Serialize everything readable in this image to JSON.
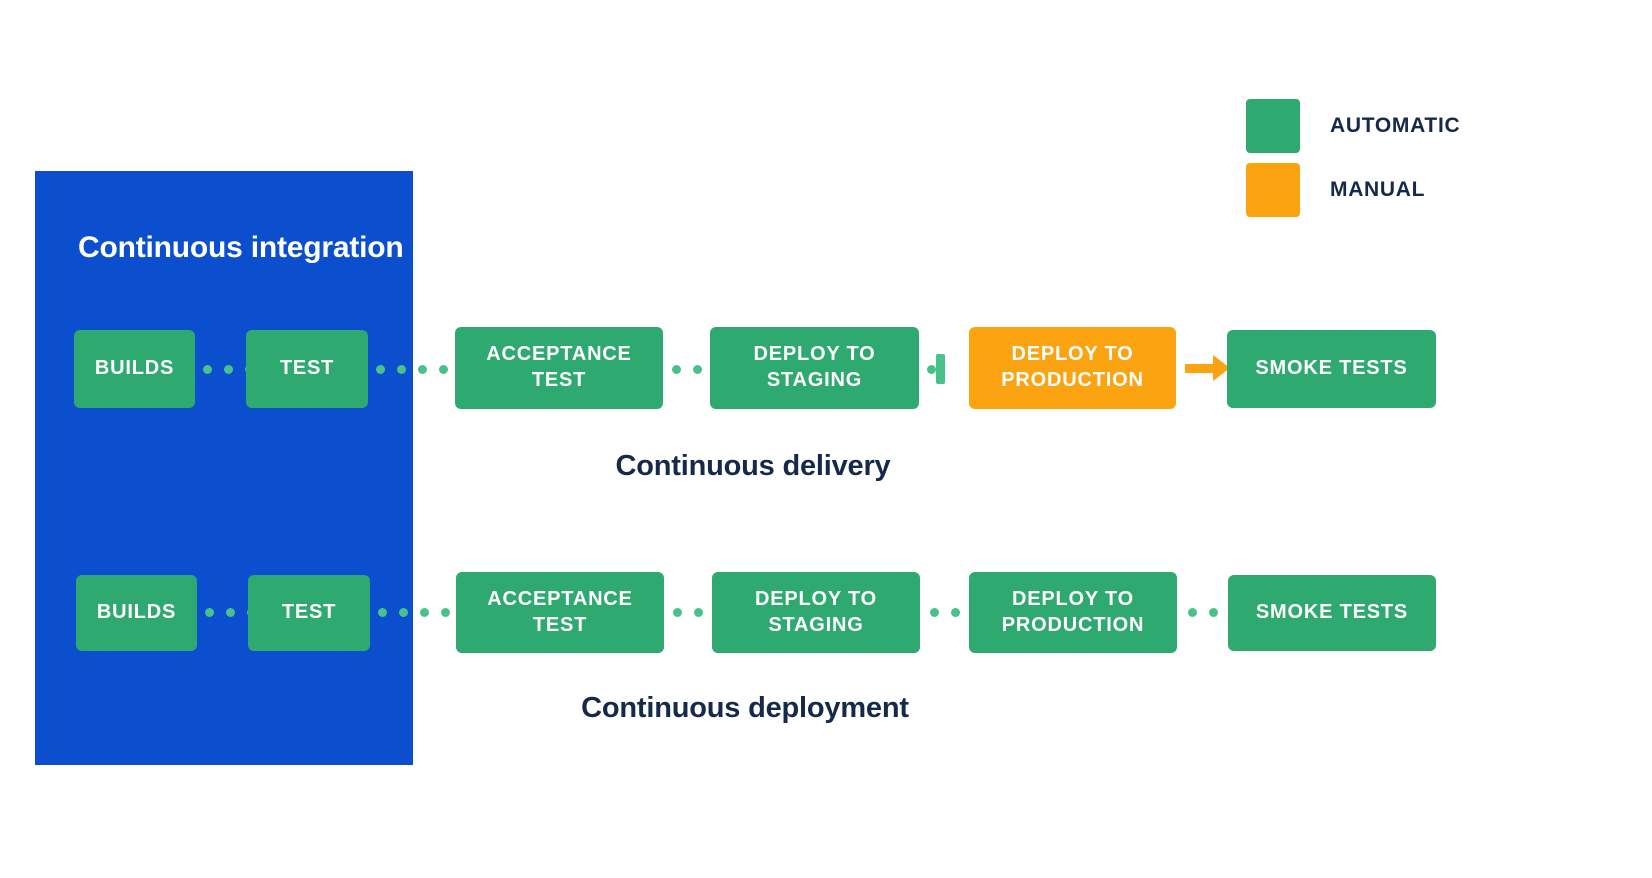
{
  "colors": {
    "background": "#ffffff",
    "ci_panel_blue": "#0B4FCE",
    "automatic_green": "#2EA96F",
    "manual_orange": "#FCA311",
    "connector_green": "#48C28A",
    "text_navy": "#15294B",
    "text_white": "#ffffff"
  },
  "ci_panel": {
    "title": "Continuous integration"
  },
  "legend": {
    "items": [
      {
        "label": "AUTOMATIC",
        "color": "#2EA96F",
        "type": "automatic"
      },
      {
        "label": "MANUAL",
        "color": "#FCA311",
        "type": "manual"
      }
    ]
  },
  "pipelines": [
    {
      "id": "continuous-delivery",
      "caption": "Continuous delivery",
      "stages": [
        {
          "label": "BUILDS",
          "type": "automatic"
        },
        {
          "label": "TEST",
          "type": "automatic"
        },
        {
          "label": "ACCEPTANCE TEST",
          "line1": "ACCEPTANCE",
          "line2": "TEST",
          "type": "automatic"
        },
        {
          "label": "DEPLOY TO STAGING",
          "line1": "DEPLOY TO",
          "line2": "STAGING",
          "type": "automatic"
        },
        {
          "label": "DEPLOY TO PRODUCTION",
          "line1": "DEPLOY TO",
          "line2": "PRODUCTION",
          "type": "manual"
        },
        {
          "label": "SMOKE TESTS",
          "type": "automatic"
        }
      ],
      "connectors": [
        "dotted",
        "dotted",
        "dotted",
        "gate",
        "arrow"
      ]
    },
    {
      "id": "continuous-deployment",
      "caption": "Continuous deployment",
      "stages": [
        {
          "label": "BUILDS",
          "type": "automatic"
        },
        {
          "label": "TEST",
          "type": "automatic"
        },
        {
          "label": "ACCEPTANCE TEST",
          "line1": "ACCEPTANCE",
          "line2": "TEST",
          "type": "automatic"
        },
        {
          "label": "DEPLOY TO STAGING",
          "line1": "DEPLOY TO",
          "line2": "STAGING",
          "type": "automatic"
        },
        {
          "label": "DEPLOY TO PRODUCTION",
          "line1": "DEPLOY TO",
          "line2": "PRODUCTION",
          "type": "automatic"
        },
        {
          "label": "SMOKE TESTS",
          "type": "automatic"
        }
      ],
      "connectors": [
        "dotted",
        "dotted",
        "dotted",
        "dotted",
        "dotted"
      ]
    }
  ]
}
